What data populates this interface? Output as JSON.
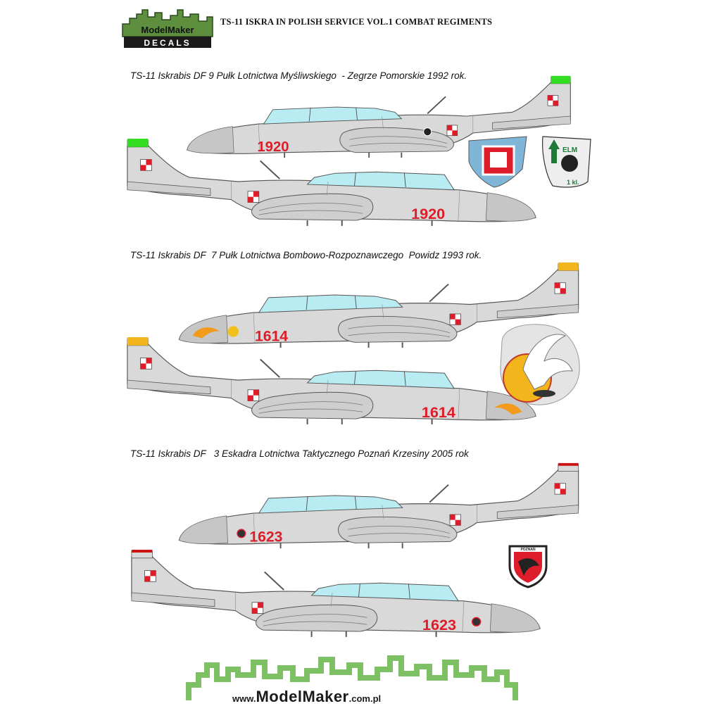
{
  "header": {
    "logo_line1": "ModelMaker",
    "logo_line2": "DECALS",
    "title": "TS-11 ISKRA IN POLISH SERVICE VOL.1 COMBAT REGIMENTS"
  },
  "schemes": [
    {
      "caption": "TS-11 Iskrabis DF 9 Pułk Lotnictwa Myśliwskiego  - Zegrze Pomorskie 1992 rok.",
      "serial": "1920",
      "fin_color": "#33dd22",
      "badges": [
        "regiment-badge",
        "squadron-badge"
      ],
      "badge_text": [
        "ELM",
        "1 kl."
      ]
    },
    {
      "caption": "TS-11 Iskrabis DF  7 Pułk Lotnictwa Bombowo-Rozpoznawczego  Powidz 1993 rok.",
      "serial": "1614",
      "fin_color": "#f2b51c",
      "badges": [
        "eagle-badge"
      ]
    },
    {
      "caption": "TS-11 Iskrabis DF   3 Eskadra Lotnictwa Taktycznego Poznań Krzesiny 2005 rok",
      "serial": "1623",
      "fin_color": "#cc1111",
      "badges": [
        "poznan-shield-badge"
      ],
      "badge_text": [
        "POZNAŃ"
      ]
    }
  ],
  "footer": {
    "url_prefix": "www.",
    "url_brand": "ModelMaker",
    "url_suffix": ".com.pl"
  },
  "colors": {
    "aircraft_grey": "#d9d9d9",
    "outline": "#555555",
    "canopy": "#b8ecf2",
    "serial_red": "#dd1d2a",
    "logo_green": "#5d8f3f",
    "frame_green": "#7dc164"
  }
}
